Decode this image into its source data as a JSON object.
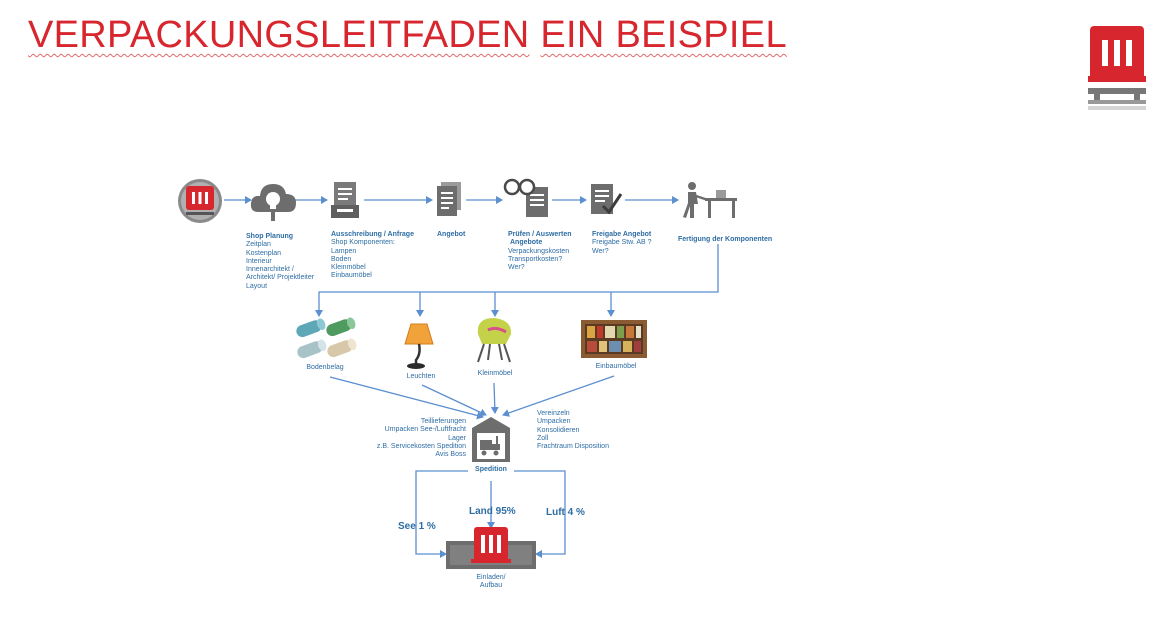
{
  "title": {
    "word1": "VERPACKUNGSLEITFADEN",
    "word2": "EIN BEISPIEL"
  },
  "colors": {
    "brand_red": "#d7262e",
    "flow_blue": "#5b8fd0",
    "text_blue": "#2e6da4",
    "icon_gray": "#6d6d6d"
  },
  "steps": [
    {
      "icon": "logo-red-icon",
      "title": "",
      "lines": []
    },
    {
      "icon": "cloud-lightbulb-icon",
      "title": "Shop Planung",
      "lines": [
        "Zeitplan",
        "Kostenplan",
        "Interieur",
        "Innenarchitekt /",
        "Architekt/ Projektleiter",
        "Layout"
      ]
    },
    {
      "icon": "document-tray-icon",
      "title": "Ausschreibung / Anfrage",
      "lines": [
        "Shop Komponenten:",
        "Lampen",
        "Boden",
        "Kleinmöbel",
        "Einbaumöbel"
      ]
    },
    {
      "icon": "documents-icon",
      "title": "Angebot",
      "lines": []
    },
    {
      "icon": "glasses-document-icon",
      "title": "Prüfen / Auswerten",
      "title2": "Angebote",
      "lines": [
        "Verpackungskosten",
        "Transportkosten?",
        "Wer?"
      ]
    },
    {
      "icon": "checked-document-icon",
      "title": "Freigabe Angebot",
      "lines": [
        "Freigabe Stw. AB ?",
        "Wer?"
      ]
    },
    {
      "icon": "worker-desk-icon",
      "title": "Fertigung der Komponenten",
      "lines": []
    }
  ],
  "components": [
    {
      "icon": "flooring-rolls-icon",
      "label": "Bodenbelag"
    },
    {
      "icon": "lamp-icon",
      "label": "Leuchten"
    },
    {
      "icon": "chair-icon",
      "label": "Kleinmöbel"
    },
    {
      "icon": "cabinet-icon",
      "label": "Einbaumöbel"
    }
  ],
  "spedition": {
    "icon": "warehouse-forklift-icon",
    "label": "Spedition",
    "left_lines": [
      "Teillieferungen",
      "Umpacken See-/Luftfracht",
      "Lager",
      "z.B. Servicekosten Spedition",
      "Avis Boss"
    ],
    "right_lines": [
      "Vereinzeln",
      "Umpacken",
      "Konsolidieren",
      "Zoll",
      "Frachtraum Disposition"
    ]
  },
  "routes": {
    "sea": "See 1 %",
    "land": "Land 95%",
    "air": "Luft 4 %"
  },
  "destination": {
    "icon": "store-logo-icon",
    "lines": [
      "Einladen/",
      "Aufbau"
    ]
  }
}
